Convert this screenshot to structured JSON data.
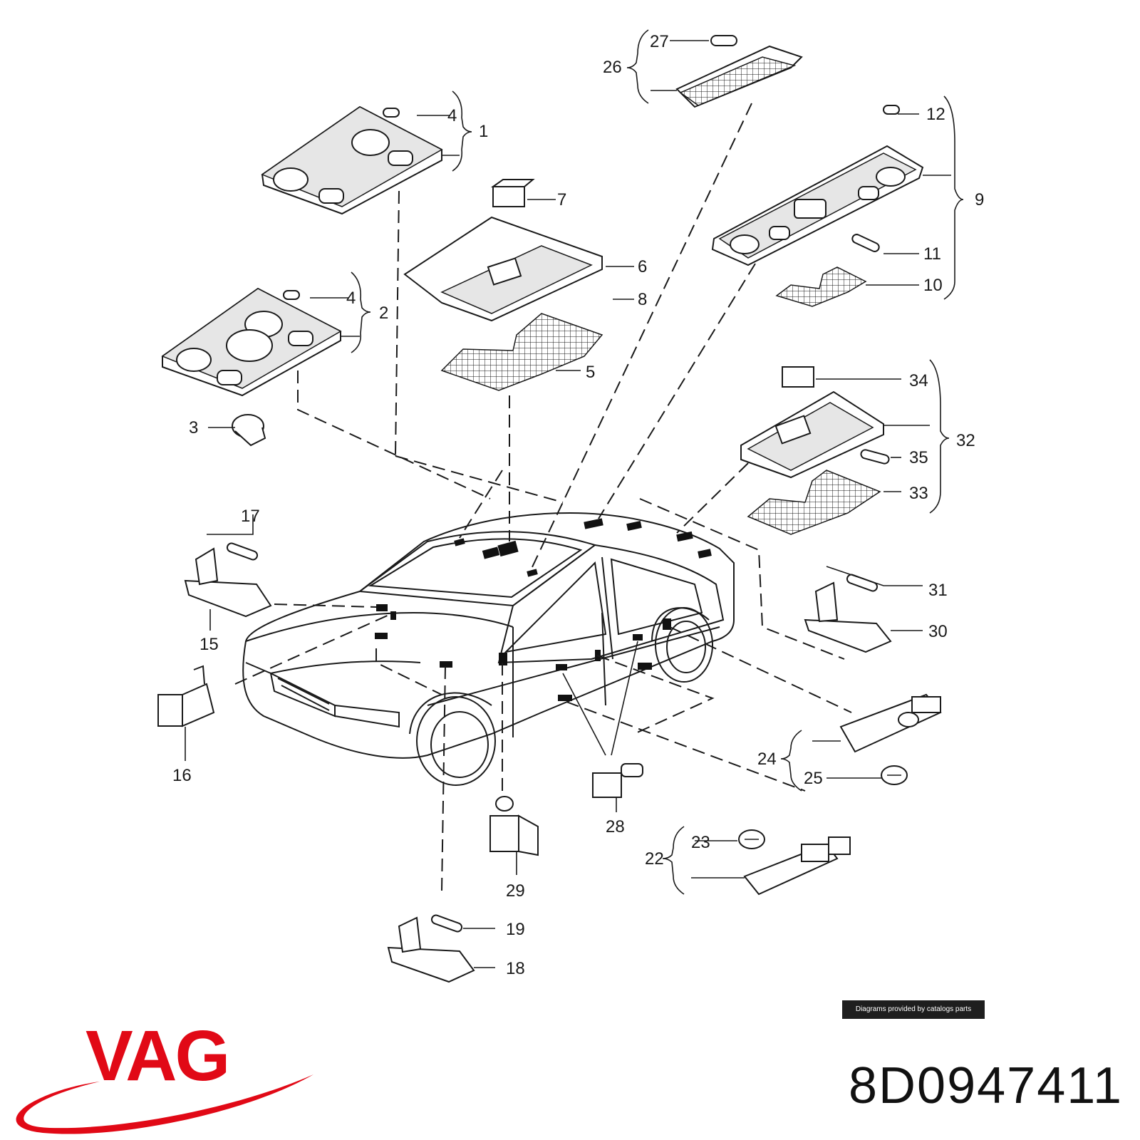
{
  "diagram": {
    "callouts": [
      "1",
      "2",
      "3",
      "4",
      "4",
      "5",
      "6",
      "7",
      "8",
      "9",
      "10",
      "11",
      "12",
      "15",
      "16",
      "17",
      "18",
      "19",
      "22",
      "23",
      "24",
      "25",
      "26",
      "27",
      "28",
      "29",
      "30",
      "31",
      "32",
      "33",
      "34",
      "35"
    ]
  },
  "credit": "Diagrams provided by catalogs parts",
  "brand": {
    "name": "VAG",
    "color": "#e10916"
  },
  "part_number": "8D0947411"
}
